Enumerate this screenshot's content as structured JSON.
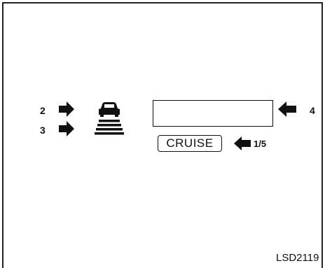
{
  "callouts": {
    "label_2": "2",
    "label_3": "3",
    "label_4": "4",
    "label_1_5": "1/5"
  },
  "cruise_indicator": {
    "text": "CRUISE"
  },
  "icons": {
    "vehicle_ahead": "vehicle-ahead-distance-icon",
    "pointer": "arrow-icon"
  },
  "figure_code": "LSD2119"
}
